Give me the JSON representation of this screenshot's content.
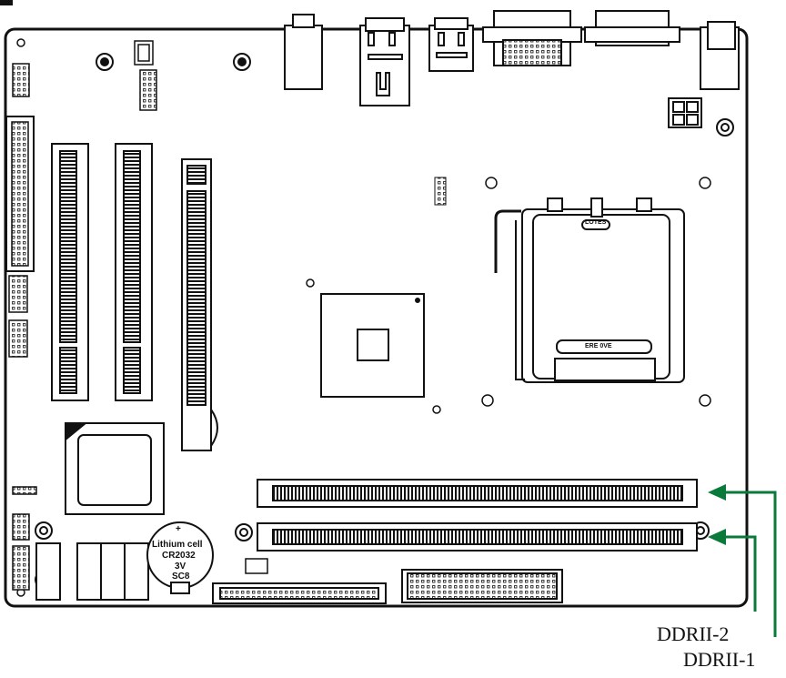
{
  "labels": {
    "ddr2_label": "DDRII-2",
    "ddr1_label": "DDRII-1"
  },
  "battery": {
    "plus": "+",
    "line1": "Lithium cell",
    "line2": "CR2032",
    "line3": "3V",
    "line4": "SC8"
  },
  "socket": {
    "top_mark": "LOTES",
    "bottom_mark": "ERE 0VE"
  },
  "colors": {
    "arrow": "#0a7a3a",
    "board_outline": "#111111"
  }
}
